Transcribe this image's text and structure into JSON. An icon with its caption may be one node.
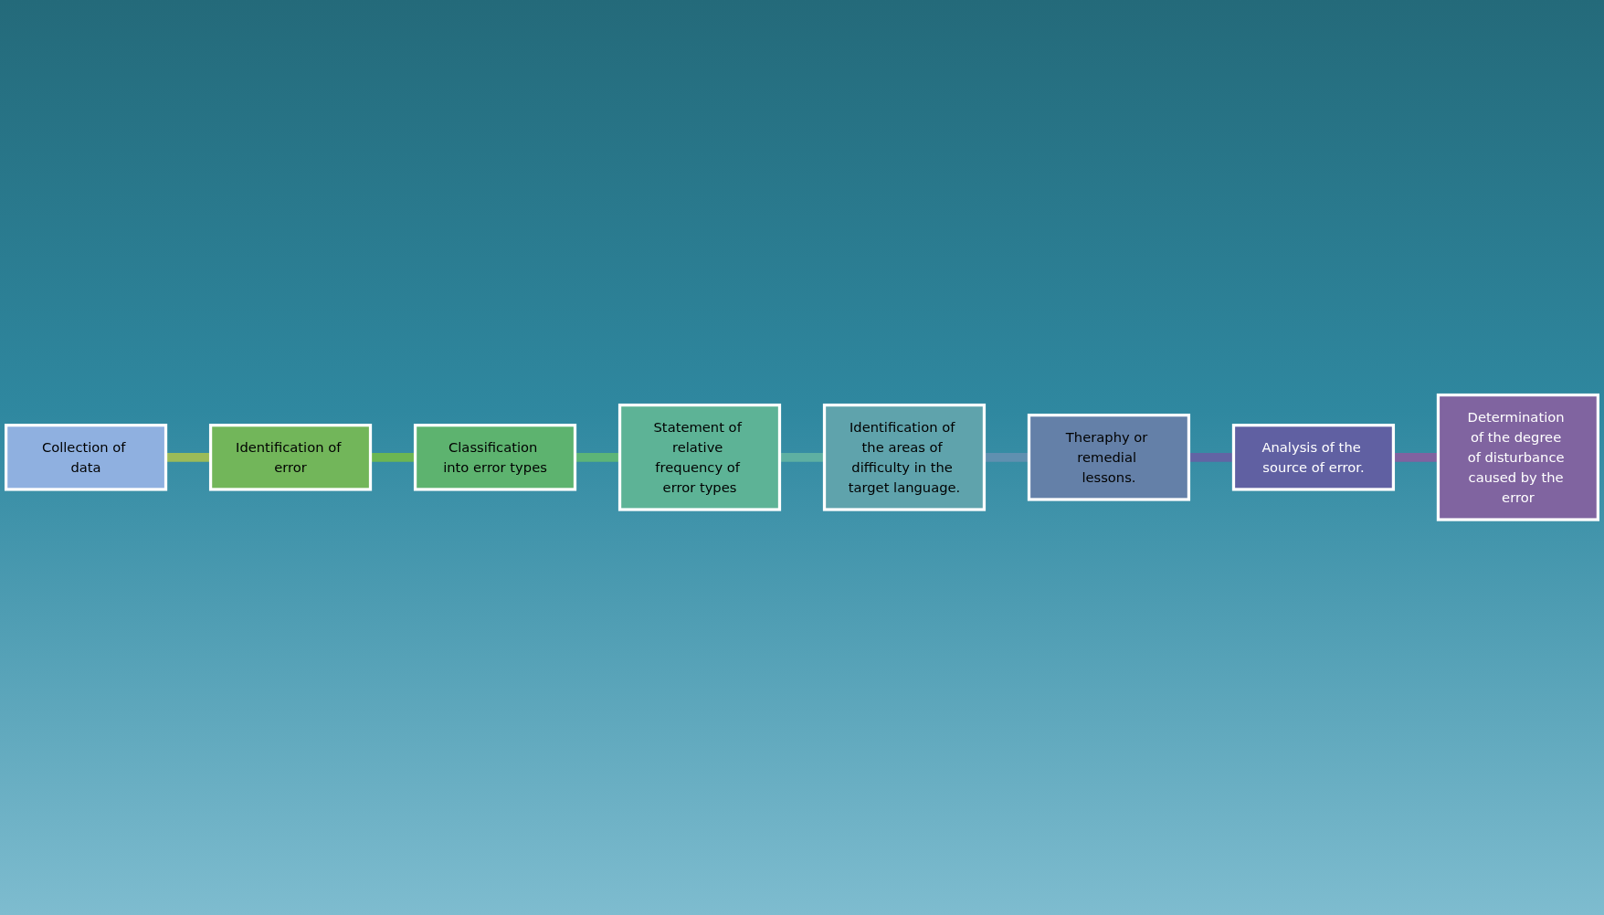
{
  "diagram": {
    "nodes": [
      {
        "text": [
          "Collection of data"
        ]
      },
      {
        "text": [
          "Identification of error"
        ]
      },
      {
        "text": [
          "Classification into error types"
        ]
      },
      {
        "text": [
          "Statement of relative frequency of error types"
        ]
      },
      {
        "text": [
          "Identification of the areas of difficulty in the target language."
        ]
      },
      {
        "text": [
          "Theraphy or remedial lessons."
        ]
      },
      {
        "text": [
          "Analysis of the source of error."
        ]
      },
      {
        "text": [
          "Determination of the degree of disturbance caused by the error"
        ]
      }
    ],
    "edges": [
      {
        "from": 0,
        "to": 1,
        "arrow": "none",
        "color": "#9bbb59"
      },
      {
        "from": 1,
        "to": 2,
        "arrow": "none",
        "color": "#6cb652"
      },
      {
        "from": 2,
        "to": 3,
        "arrow": "none",
        "color": "#5db577"
      },
      {
        "from": 3,
        "to": 4,
        "arrow": "none",
        "color": "#5eb0a2"
      },
      {
        "from": 4,
        "to": 5,
        "arrow": "none",
        "color": "#6090b0"
      },
      {
        "from": 5,
        "to": 6,
        "arrow": "none",
        "color": "#6264a4"
      },
      {
        "from": 6,
        "to": 7,
        "arrow": "none",
        "color": "#8062a0"
      }
    ]
  }
}
